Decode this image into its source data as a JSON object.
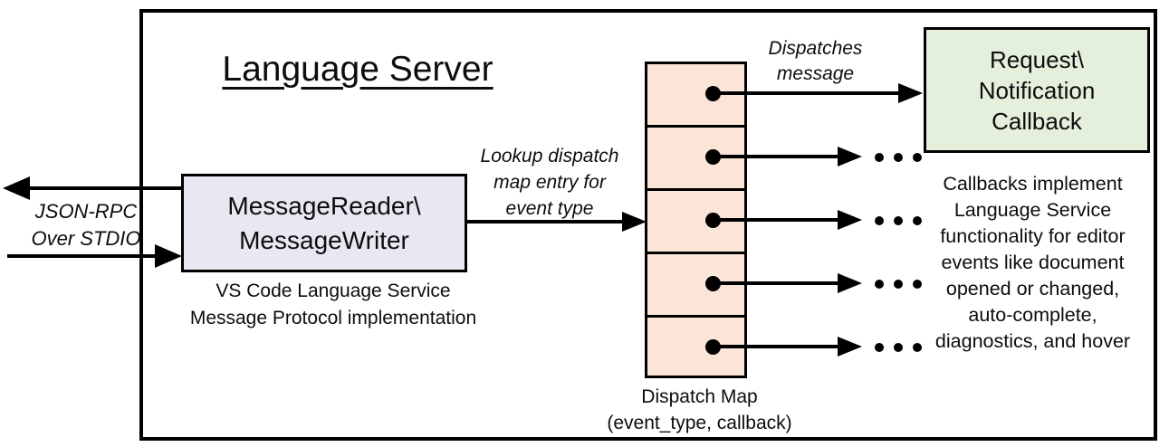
{
  "diagram": {
    "title": "Language Server",
    "io_label": "JSON-RPC\nOver STDIO",
    "reader_box_line1": "MessageReader\\",
    "reader_box_line2": "MessageWriter",
    "reader_caption": "VS Code Language Service\nMessage Protocol implementation",
    "lookup_label": "Lookup dispatch\nmap entry for\nevent type",
    "dispatches_label": "Dispatches\nmessage",
    "callback_box_line1": "Request\\",
    "callback_box_line2": "Notification",
    "callback_box_line3": "Callback",
    "callback_caption": "Callbacks implement\nLanguage Service\nfunctionality for editor\nevents like document\nopened or changed,\nauto-complete,\ndiagnostics, and hover",
    "map_caption": "Dispatch Map\n(event_type, callback)",
    "map_cell_count": 5,
    "colors": {
      "reader_fill": "#E9E8F2",
      "map_fill": "#FBE5D6",
      "callback_fill": "#E4F0DB",
      "stroke": "#000000"
    }
  }
}
